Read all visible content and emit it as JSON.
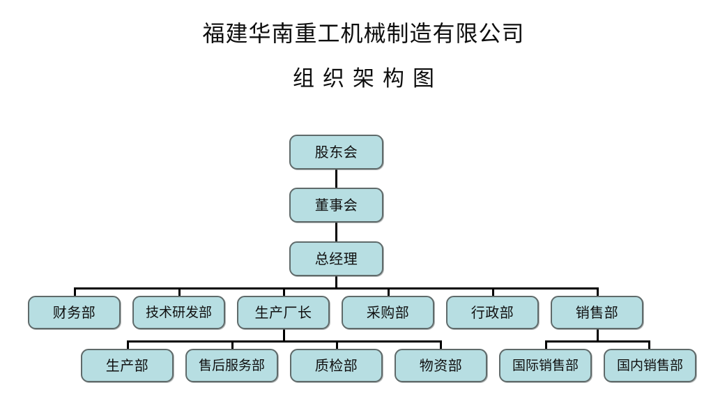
{
  "document": {
    "title_main": "福建华南重工机械制造有限公司",
    "title_sub": "组织架构图",
    "background_color": "#ffffff"
  },
  "style": {
    "node_fill": "#b7dee2",
    "node_border": "#5f6a6a",
    "connector_color": "#000000",
    "text_color": "#101010"
  },
  "chart_data": {
    "type": "diagram",
    "diagram_type": "organization-chart",
    "title": "福建华南重工机械制造有限公司 组织架构图",
    "nodes": [
      {
        "id": "shareholders",
        "label": "股东会",
        "level": 1,
        "parent": null
      },
      {
        "id": "board",
        "label": "董事会",
        "level": 2,
        "parent": "shareholders"
      },
      {
        "id": "gm",
        "label": "总经理",
        "level": 3,
        "parent": "board"
      },
      {
        "id": "finance",
        "label": "财务部",
        "level": 4,
        "parent": "gm"
      },
      {
        "id": "rnd",
        "label": "技术研发部",
        "level": 4,
        "parent": "gm"
      },
      {
        "id": "plant-manager",
        "label": "生产厂长",
        "level": 4,
        "parent": "gm"
      },
      {
        "id": "purchasing",
        "label": "采购部",
        "level": 4,
        "parent": "gm"
      },
      {
        "id": "admin",
        "label": "行政部",
        "level": 4,
        "parent": "gm"
      },
      {
        "id": "sales",
        "label": "销售部",
        "level": 4,
        "parent": "gm"
      },
      {
        "id": "production",
        "label": "生产部",
        "level": 5,
        "parent": "plant-manager"
      },
      {
        "id": "after-sales",
        "label": "售后服务部",
        "level": 5,
        "parent": "plant-manager"
      },
      {
        "id": "quality",
        "label": "质检部",
        "level": 5,
        "parent": "plant-manager"
      },
      {
        "id": "materials",
        "label": "物资部",
        "level": 5,
        "parent": "plant-manager"
      },
      {
        "id": "intl-sales",
        "label": "国际销售部",
        "level": 5,
        "parent": "sales"
      },
      {
        "id": "domestic-sales",
        "label": "国内销售部",
        "level": 5,
        "parent": "sales"
      }
    ]
  }
}
